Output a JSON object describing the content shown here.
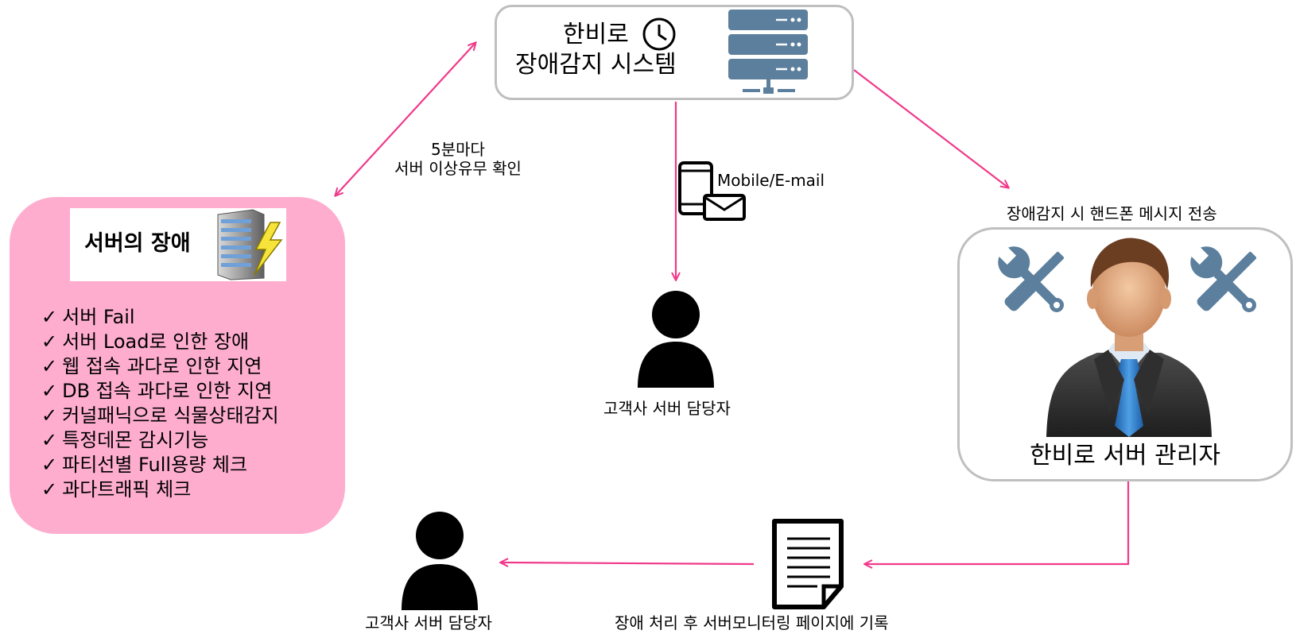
{
  "system": {
    "line1": "한비로",
    "line2": "장애감지 시스템"
  },
  "check_interval": {
    "line1": "5분마다",
    "line2": "서버 이상유무 확인"
  },
  "channel_label": "Mobile/E-mail",
  "sms_label": "장애감지 시 핸드폰 메시지 전송",
  "fault_panel": {
    "title": "서버의 장애",
    "check_mark": "✓",
    "items": [
      "서버 Fail",
      "서버 Load로 인한 장애",
      "웹 접속 과다로 인한 지연",
      "DB 접속 과다로 인한 지연",
      "커널패닉으로 식물상태감지",
      "특정데몬 감시기능",
      "파티선별 Full용량 체크",
      "과다트래픽  체크"
    ]
  },
  "customer_contact_1": "고객사 서버 담당자",
  "customer_contact_2": "고객사 서버 담당자",
  "admin_label": "한비로 서버 관리자",
  "log_label": "장애 처리 후 서버모니터링 페이지에 기록",
  "colors": {
    "arrow": "#f0398a",
    "panel_pink": "#ffadcf",
    "box_border": "#bfbfbf",
    "tool_icon": "#5b7f9c",
    "server_icon": "#5b7f9c"
  }
}
